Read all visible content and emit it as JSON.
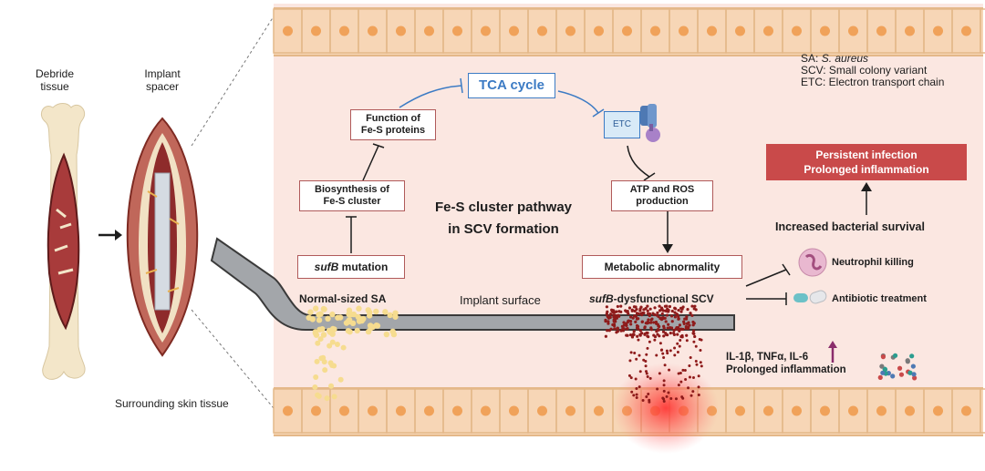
{
  "left": {
    "debride_label": "Debride\ntissue",
    "implant_label": "Implant\nspacer",
    "surrounding_label": "Surrounding skin tissue"
  },
  "pathway": {
    "sufb_mutation_gene": "sufB",
    "sufb_mutation_suffix": " mutation",
    "biosynthesis": "Biosynthesis of\nFe-S cluster",
    "function": "Function of\nFe-S proteins",
    "tca": "TCA cycle",
    "etc": "ETC",
    "atp_ros": "ATP and ROS\nproduction",
    "metabolic": "Metabolic abnormality",
    "center_title": "Fe-S cluster pathway\nin SCV formation"
  },
  "bacteria": {
    "normal_sa": "Normal-sized SA",
    "sufb_gene": "sufB",
    "scv_suffix": "-dysfunctional SCV",
    "implant_surface": "Implant surface"
  },
  "legend": {
    "sa_prefix": "SA: ",
    "sa_italic": "S. aureus",
    "scv": "SCV: Small colony variant",
    "etc": "ETC: Electron transport chain"
  },
  "outcomes": {
    "persistent": "Persistent infection\nProlonged inflammation",
    "increased": "Increased bacterial survival",
    "neutrophil": "Neutrophil killing",
    "antibiotic": "Antibiotic treatment",
    "cytokines": "IL-1β, TNFα, IL-6",
    "prolonged": "Prolonged inflammation"
  },
  "colors": {
    "panel": "#fbe7e1",
    "cells": "#f7d6b6",
    "box_border": "#b05a5a",
    "tca_blue": "#3c7bc4",
    "persist_red": "#c94a4a",
    "normal_sa_dot": "#f6dc8f",
    "scv_dot": "#8e1b1b"
  }
}
